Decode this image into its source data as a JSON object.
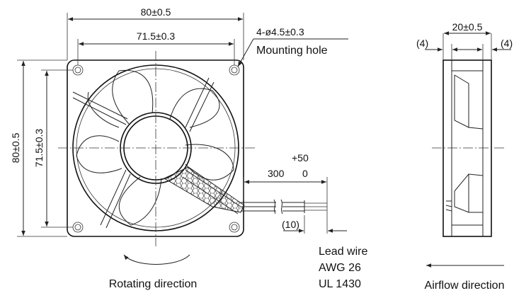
{
  "front_view": {
    "overall_width": "80±0.5",
    "hole_pitch_width": "71.5±0.3",
    "overall_height": "80±0.5",
    "hole_pitch_height": "71.5±0.3",
    "mounting_hole_spec": "4-ø4.5±0.3",
    "mounting_hole_label": "Mounting hole",
    "rotating_direction_label": "Rotating direction"
  },
  "lead_wire": {
    "length": "300",
    "tolerance_plus": "+50",
    "tolerance_minus": "0",
    "strip_length": "(10)",
    "spec_lines": [
      "Lead wire",
      "AWG 26",
      "UL 1430"
    ]
  },
  "side_view": {
    "depth": "20±0.5",
    "flange_left": "(4)",
    "flange_right": "(4)",
    "airflow_direction_label": "Airflow direction"
  }
}
